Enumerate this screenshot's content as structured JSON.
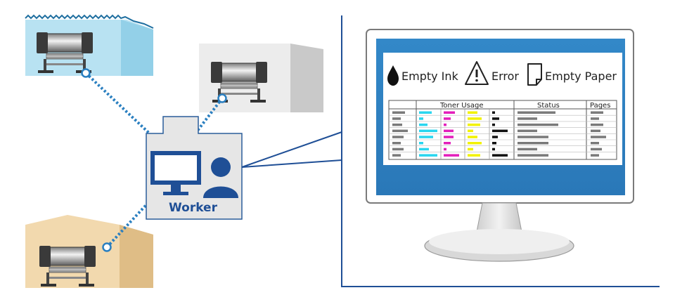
{
  "worker": {
    "label": "Worker"
  },
  "monitor": {
    "legend": {
      "empty_ink": "Empty Ink",
      "error": "Error",
      "empty_paper": "Empty Paper"
    },
    "table": {
      "headers": [
        "Toner Usage",
        "Status",
        "Pages"
      ]
    }
  },
  "colors": {
    "accent_blue": "#1f4f96",
    "link_dotted": "#2a7fc0",
    "screen_bezel": "#3b86c6",
    "cyan": "#29d6ef",
    "magenta": "#e31fbb",
    "yellow": "#f2f200",
    "black": "#111111",
    "site_top_left": "#a9dcef",
    "site_top_right": "#d8d8d8",
    "site_bottom_left": "#e8c999"
  },
  "icons": {
    "ink": "droplet-icon",
    "error": "warning-triangle-icon",
    "paper": "paper-sheet-icon",
    "person": "person-icon",
    "desktop": "desktop-monitor-icon",
    "printer": "large-format-printer-icon"
  }
}
